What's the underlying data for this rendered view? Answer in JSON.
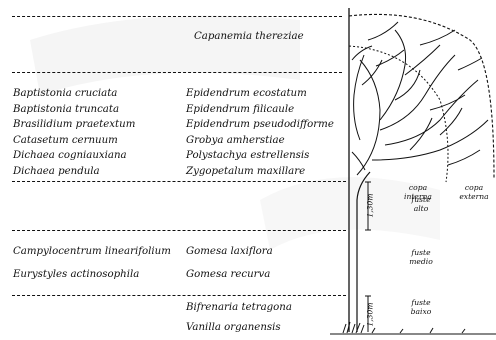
{
  "canopy_species": [
    "Capanemia thereziae"
  ],
  "inner_canopy_left": [
    "Baptistonia cruciata",
    "Baptistonia truncata",
    "Brasilidium praetextum",
    "Catasetum cernuum",
    "Dichaea cogniauxiana",
    "Dichaea pendula"
  ],
  "inner_canopy_right": [
    "Epidendrum ecostatum",
    "Epidendrum filicaule",
    "Epidendrum pseudodifforme",
    "Grobya amherstiae",
    "Polystachya estrellensis",
    "Zygopetalum maxillare"
  ],
  "mid_trunk_left": [
    "Campylocentrum linearifolium",
    "Eurystyles actinosophila"
  ],
  "mid_trunk_right": [
    "Gomesa laxiflora",
    "Gomesa recurva"
  ],
  "low_trunk": [
    "Bifrenaria tetragona",
    "Vanilla organensis"
  ],
  "zones": {
    "copa_interna": [
      "copa",
      "interna"
    ],
    "copa_externa": [
      "copa",
      "externa"
    ],
    "fuste_alto": [
      "fuste",
      "alto"
    ],
    "fuste_medio": [
      "fuste",
      "medio"
    ],
    "fuste_baixo": [
      "fuste",
      "baixo"
    ]
  },
  "measurements": {
    "upper": "1,30m",
    "lower": "1,30m"
  }
}
